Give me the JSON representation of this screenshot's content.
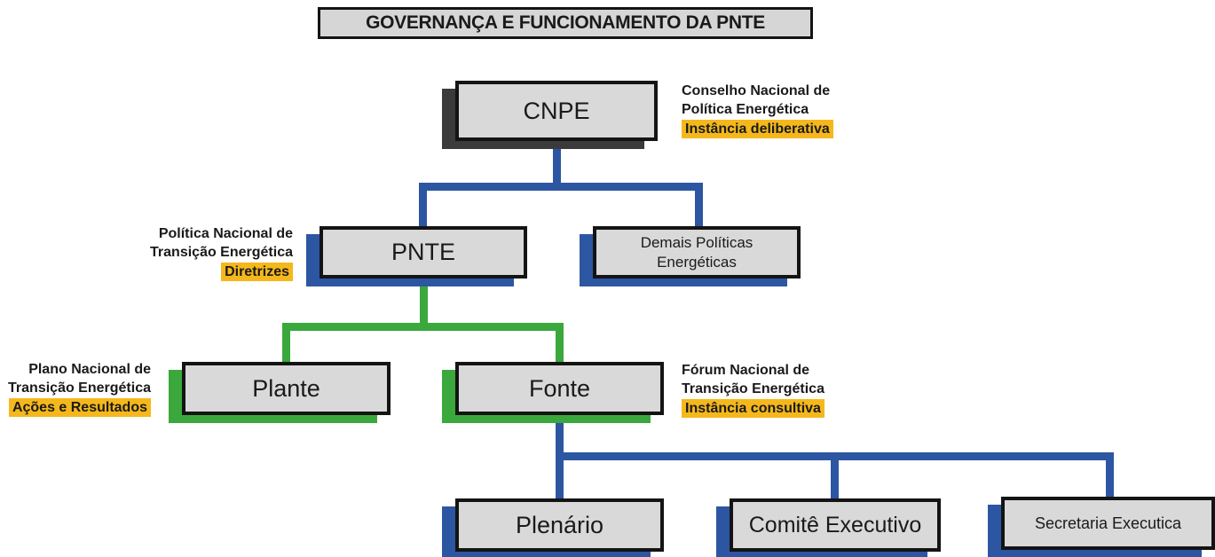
{
  "title": "GOVERNANÇA E FUNCIONAMENTO DA PNTE",
  "colors": {
    "connector_blue": "#2d56a2",
    "connector_green": "#3aa83c",
    "highlight_yellow": "#f5b81c",
    "box_fill": "#d9d9d9",
    "box_border": "#141414",
    "cnpe_shadow_dark": "#3b3b3b"
  },
  "nodes": {
    "cnpe": {
      "label": "CNPE"
    },
    "pnte": {
      "label": "PNTE"
    },
    "demais": {
      "line1": "Demais Políticas",
      "line2": "Energéticas"
    },
    "plante": {
      "label": "Plante"
    },
    "fonte": {
      "label": "Fonte"
    },
    "plenario": {
      "label": "Plenário"
    },
    "comite": {
      "label": "Comitê Executivo"
    },
    "secretaria": {
      "label": "Secretaria Executica"
    }
  },
  "annotations": {
    "cnpe": {
      "line1": "Conselho Nacional de",
      "line2": "Política Energética",
      "highlight": "Instância deliberativa"
    },
    "pnte": {
      "line1": "Política Nacional de",
      "line2": "Transição Energética",
      "highlight": "Diretrizes"
    },
    "plante": {
      "line1": "Plano Nacional de",
      "line2": "Transição Energética",
      "highlight": "Ações e Resultados"
    },
    "fonte": {
      "line1": "Fórum Nacional de",
      "line2": "Transição Energética",
      "highlight": "Instância consultiva"
    }
  }
}
